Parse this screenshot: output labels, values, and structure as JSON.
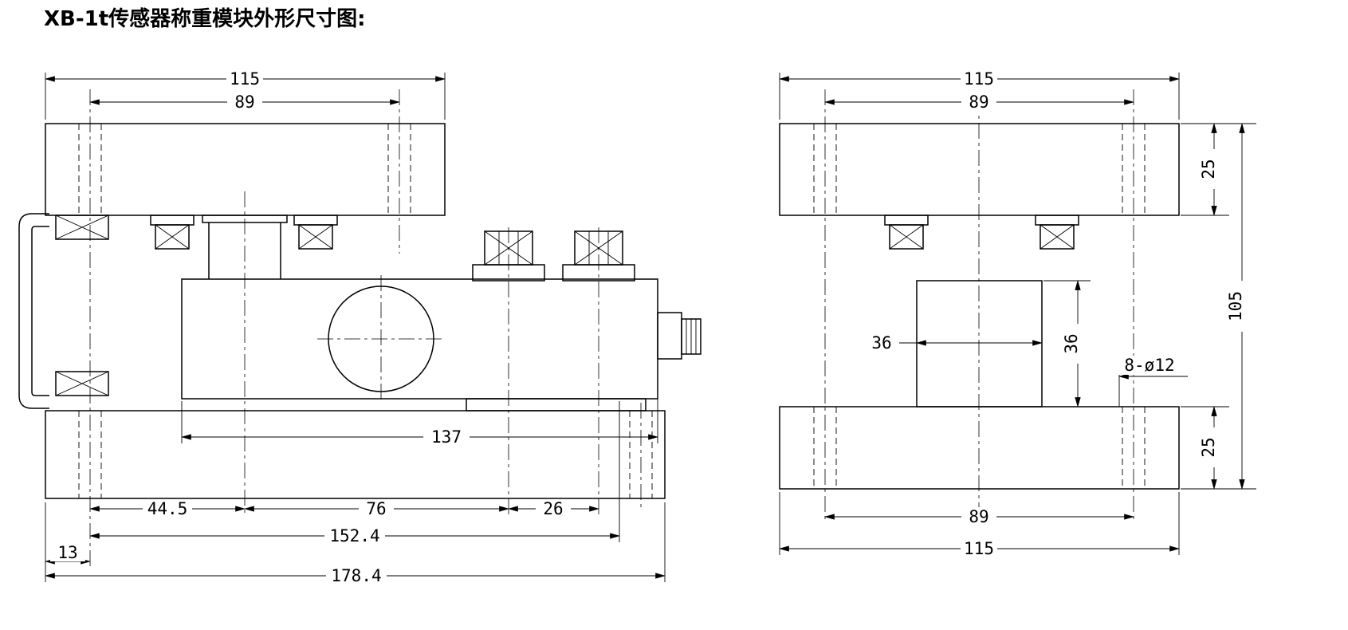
{
  "title": "XB-1t传感器称重模块外形尺寸图:",
  "front_view": {
    "dim_top_plate_width": "115",
    "dim_top_hole_span": "89",
    "dim_body_length": "137",
    "dim_hole_to_load_center": "44.5",
    "dim_load_center_to_bolt": "76",
    "dim_bolt_span": "26",
    "dim_hole_to_end": "152.4",
    "dim_edge_to_hole": "13",
    "dim_overall_length": "178.4"
  },
  "end_view": {
    "dim_top_plate_width": "115",
    "dim_top_hole_span": "89",
    "dim_top_plate_thickness": "25",
    "dim_overall_height": "105",
    "dim_cell_width": "36",
    "dim_cell_height": "36",
    "dim_mounting_holes": "8-ø12",
    "dim_bottom_plate_thickness": "25",
    "dim_bottom_hole_span": "89",
    "dim_bottom_plate_width": "115"
  }
}
